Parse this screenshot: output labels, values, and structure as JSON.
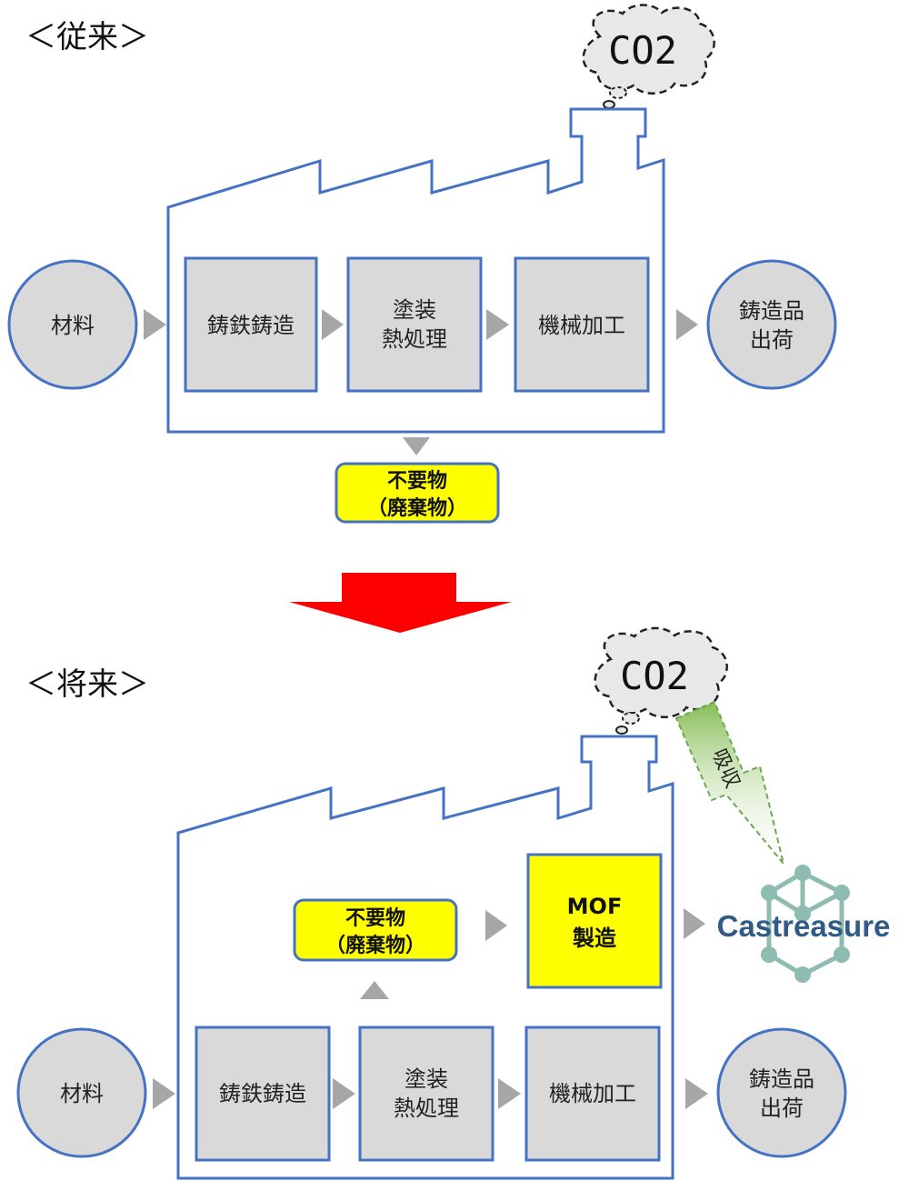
{
  "before": {
    "heading": "＜従来＞",
    "cloud": "CO2",
    "input": "材料",
    "steps": [
      {
        "lines": [
          "鋳鉄鋳造"
        ]
      },
      {
        "lines": [
          "塗装",
          "熱処理"
        ]
      },
      {
        "lines": [
          "機械加工"
        ]
      }
    ],
    "output": [
      "鋳造品",
      "出荷"
    ],
    "waste": [
      "不要物",
      "（廃棄物）"
    ]
  },
  "after": {
    "heading": "＜将来＞",
    "cloud": "CO2",
    "absorb_label": "吸収",
    "waste": [
      "不要物",
      "（廃棄物）"
    ],
    "mof": [
      "MOF",
      "製造"
    ],
    "logo": "Castreasure",
    "input": "材料",
    "steps": [
      {
        "lines": [
          "鋳鉄鋳造"
        ]
      },
      {
        "lines": [
          "塗装",
          "熱処理"
        ]
      },
      {
        "lines": [
          "機械加工"
        ]
      }
    ],
    "output": [
      "鋳造品",
      "出荷"
    ]
  },
  "colors": {
    "outline": "#4472c4",
    "box_fill": "#d9d9d9",
    "arrow_gray": "#a6a6a6",
    "waste_fill": "#ffff00",
    "transition_arrow": "#ff0000",
    "absorb_arrow": "#9ccc6a",
    "logo_text": "#2f5b86",
    "logo_node": "#8fbcb0"
  },
  "icons": {
    "cloud": "co2-cloud-icon",
    "logo_mark": "molecule-network-icon"
  }
}
